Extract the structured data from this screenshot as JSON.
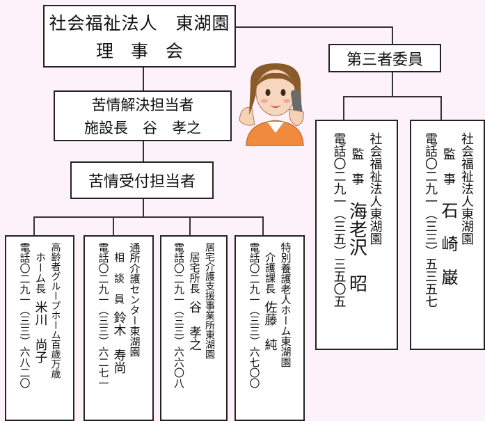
{
  "top": {
    "line1": "社会福祉法人　東湖園",
    "line2": "理　事　会"
  },
  "third_party": {
    "title": "第三者委員"
  },
  "complaint_resolution": {
    "line1": "苦情解決担当者",
    "line2": "施設長　谷　孝之"
  },
  "complaint_reception": {
    "title": "苦情受付担当者"
  },
  "committee": [
    {
      "org": "社会福祉法人東湖園",
      "role": "監　事",
      "name": "海老沢　昭",
      "phone": "電話〇二九一（三五）三五〇五"
    },
    {
      "org": "社会福祉法人東湖園",
      "role": "監　事",
      "name": "石　崎　巌",
      "phone": "電話〇二九一（三三）五三五七"
    }
  ],
  "units": [
    {
      "org": "高齢者グループホーム百歳万歳",
      "role": "ホーム長",
      "name": "米川　尚子",
      "phone": "電話〇二九一（三三）六八二〇"
    },
    {
      "org": "通所介護センター東湖園",
      "role": "相　談　員",
      "name": "鈴木　寿尚",
      "phone": "電話〇二九一（三三）六二七一"
    },
    {
      "org": "居宅介護支援事業所東湖園",
      "role": "居宅所長",
      "name": "谷　孝之",
      "phone": "電話〇二九一（三三）六六〇八"
    },
    {
      "org": "特別養護老人ホーム東湖園",
      "role": "介護課長",
      "name": "佐藤　純",
      "phone": "電話〇二九一（三三）六七〇〇"
    }
  ]
}
